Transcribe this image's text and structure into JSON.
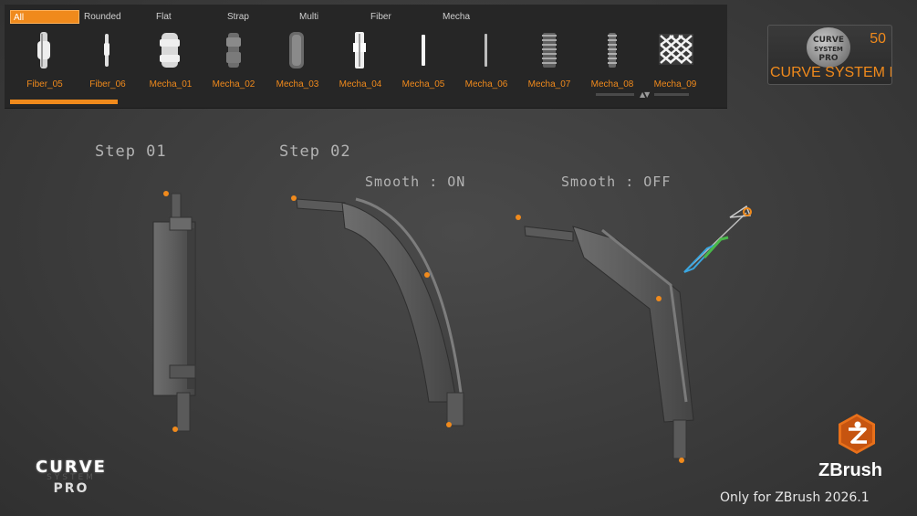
{
  "tabs": [
    "All",
    "Rounded",
    "Flat",
    "Strap",
    "Multi",
    "Fiber",
    "Mecha"
  ],
  "brushes": [
    "Fiber_05",
    "Fiber_06",
    "Mecha_01",
    "Mecha_02",
    "Mecha_03",
    "Mecha_04",
    "Mecha_05",
    "Mecha_06",
    "Mecha_07",
    "Mecha_08",
    "Mecha_09"
  ],
  "brush_icons": [
    "fiber-05-icon",
    "fiber-06-icon",
    "mecha-01-icon",
    "mecha-02-icon",
    "mecha-03-icon",
    "mecha-04-icon",
    "mecha-05-icon",
    "mecha-06-icon",
    "mecha-07-icon",
    "mecha-08-icon",
    "mecha-09-icon"
  ],
  "badge": {
    "logo_line1": "CURVE",
    "logo_line2": "SYSTEM",
    "logo_line3": "PRO",
    "count": "50",
    "title": "CURVE SYSTEM I"
  },
  "steps": {
    "step1": "Step 01",
    "step2": "Step 02",
    "smooth_on": "Smooth : ON",
    "smooth_off": "Smooth : OFF"
  },
  "logo_left": {
    "line1": "CURVE",
    "line2": "SYSTEM",
    "line3": "PRO"
  },
  "zbrush": {
    "name": "ZBrush",
    "note": "Only for ZBrush 2026.1"
  },
  "colors": {
    "accent": "#f08a1c",
    "panel": "#262626"
  }
}
